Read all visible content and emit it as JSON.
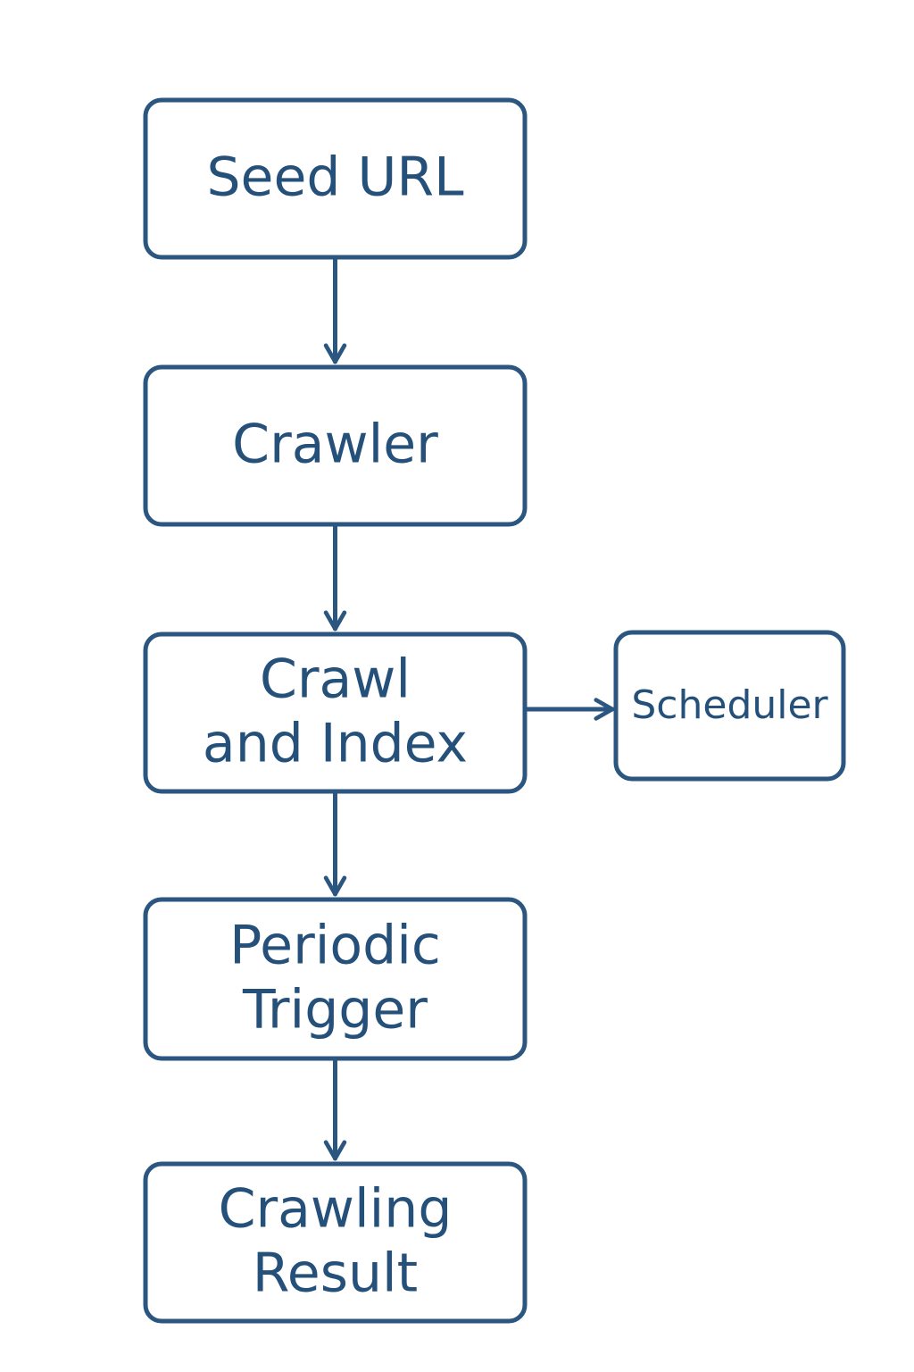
{
  "colors": {
    "stroke": "#2b5680",
    "text": "#24507a",
    "background": "#ffffff"
  },
  "nodes": [
    {
      "id": "seed-url",
      "lines": [
        "Seed URL"
      ]
    },
    {
      "id": "crawler",
      "lines": [
        "Crawler"
      ]
    },
    {
      "id": "crawl-and-index",
      "lines": [
        "Crawl",
        "and Index"
      ]
    },
    {
      "id": "scheduler",
      "lines": [
        "Scheduler"
      ]
    },
    {
      "id": "periodic-trigger",
      "lines": [
        "Periodic",
        "Trigger"
      ]
    },
    {
      "id": "crawling-result",
      "lines": [
        "Crawling",
        "Result"
      ]
    }
  ],
  "edges": [
    {
      "from": "seed-url",
      "to": "crawler"
    },
    {
      "from": "crawler",
      "to": "crawl-and-index"
    },
    {
      "from": "crawl-and-index",
      "to": "scheduler"
    },
    {
      "from": "crawl-and-index",
      "to": "periodic-trigger"
    },
    {
      "from": "periodic-trigger",
      "to": "crawling-result"
    }
  ]
}
